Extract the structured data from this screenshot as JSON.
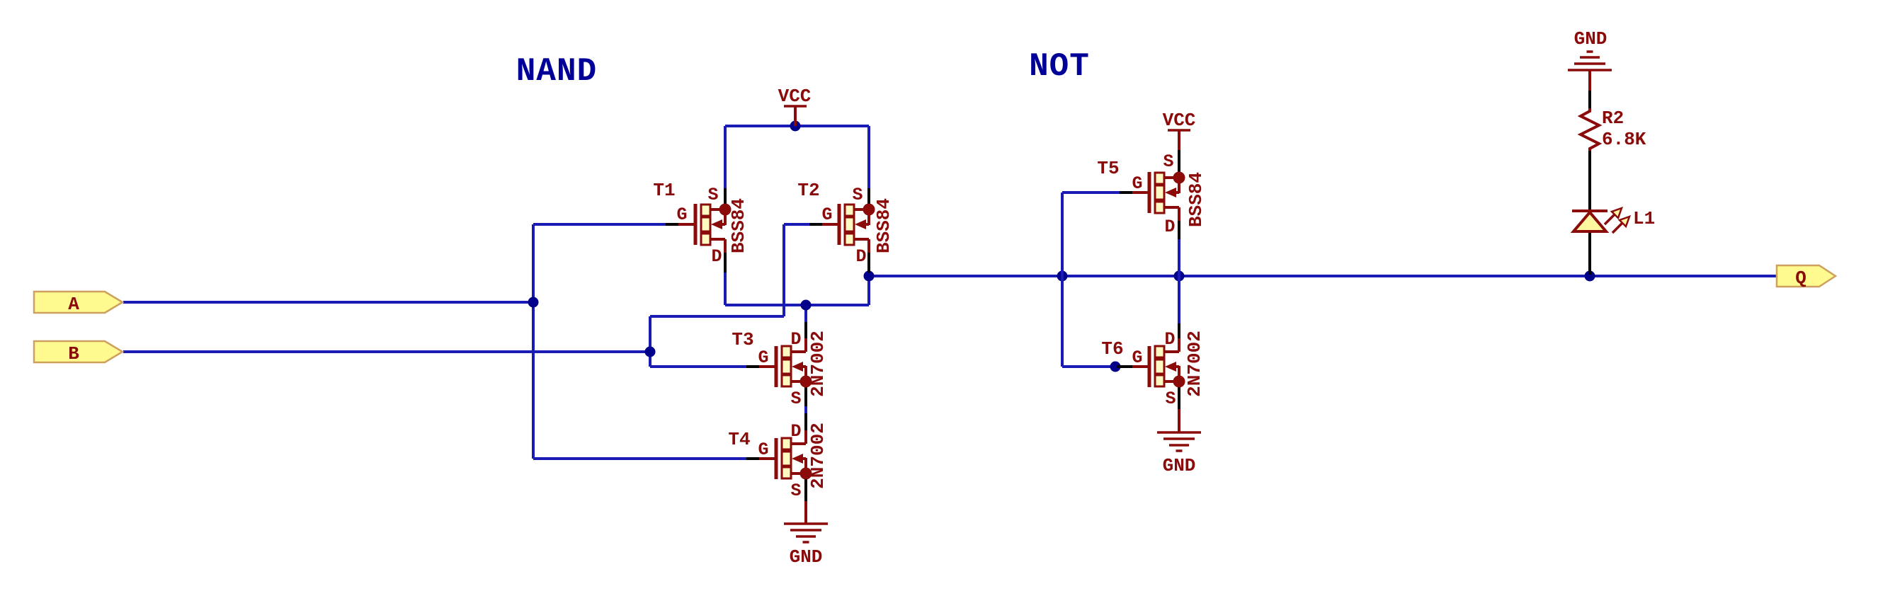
{
  "sections": {
    "nand": "NAND",
    "not": "NOT"
  },
  "io": {
    "input_a": "A",
    "input_b": "B",
    "output_q": "Q"
  },
  "power": {
    "vcc": "VCC",
    "gnd": "GND"
  },
  "pins": {
    "gate": "G",
    "source": "S",
    "drain": "D"
  },
  "transistors": [
    {
      "ref": "T1",
      "part": "BSS84"
    },
    {
      "ref": "T2",
      "part": "BSS84"
    },
    {
      "ref": "T3",
      "part": "2N7002"
    },
    {
      "ref": "T4",
      "part": "2N7002"
    },
    {
      "ref": "T5",
      "part": "BSS84"
    },
    {
      "ref": "T6",
      "part": "2N7002"
    }
  ],
  "resistor": {
    "ref": "R2",
    "value": "6.8K"
  },
  "led": {
    "ref": "L1"
  },
  "colors": {
    "wire": "#1A1AB4",
    "junction_dot": "#00008B",
    "component": "#8B0A0A",
    "channel_fill": "#FFF9C2",
    "flag_fill": "#FFFA8F",
    "flag_border": "#CEA05E",
    "led_fill": "#FFF6A0",
    "section_label": "#000099",
    "background": "#FFFFFF"
  }
}
